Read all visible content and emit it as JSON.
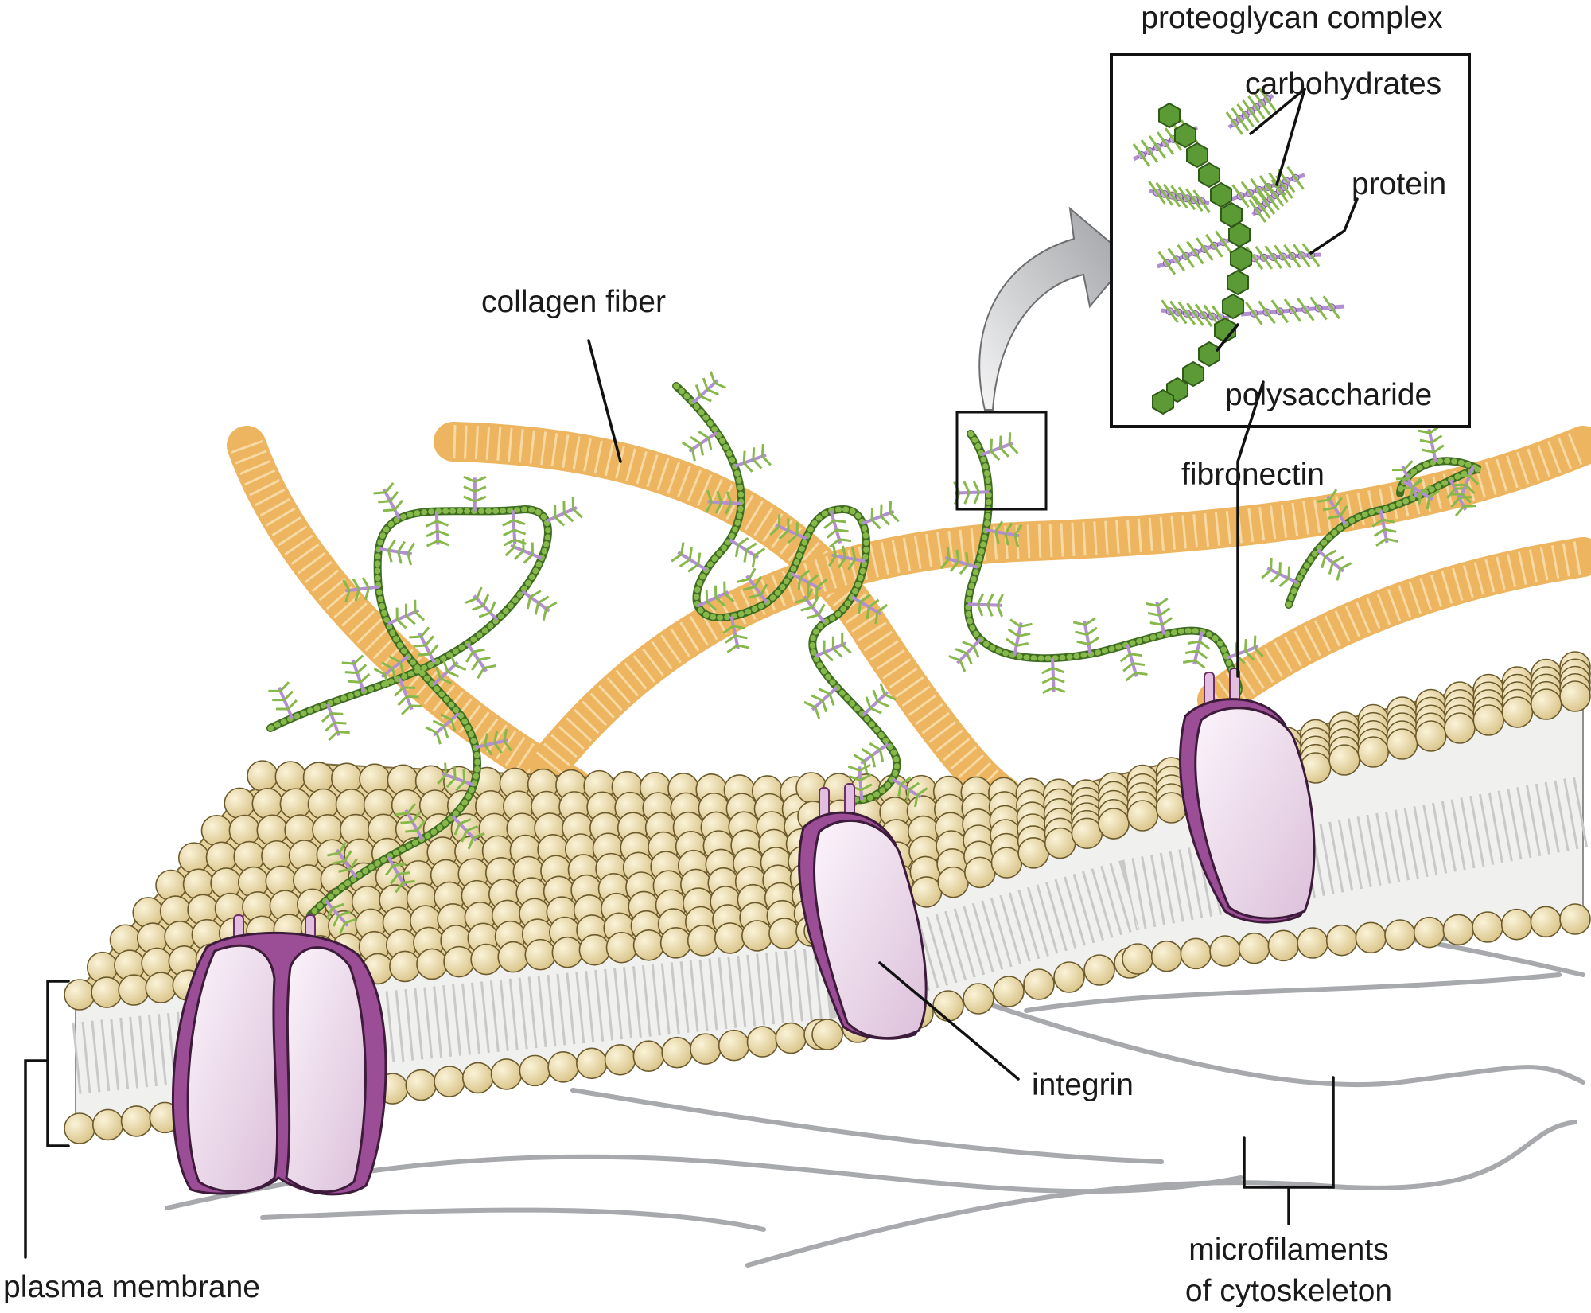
{
  "labels": {
    "proteoglycan_complex": "proteoglycan complex",
    "carbohydrates": "carbohydrates",
    "protein": "protein",
    "polysaccharide": "polysaccharide",
    "collagen_fiber": "collagen fiber",
    "fibronectin": "fibronectin",
    "integrin": "integrin",
    "plasma_membrane": "plasma membrane",
    "microfilaments_line1": "microfilaments",
    "microfilaments_line2": "of cytoskeleton"
  },
  "colors": {
    "collagen": "#f7d9a4",
    "collagen_stroke": "#edb55f",
    "phospholipid_head": "#e9d9a8",
    "phospholipid_stroke": "#6b5a2c",
    "tail": "#e4e4e4",
    "integrin_light": "#f1e2f0",
    "integrin_dark": "#9b4d96",
    "chain_green": "#5c9a36",
    "branch_green": "#86b84a",
    "branch_purple": "#b28fd0",
    "filament_gray": "#a7a9ac",
    "arrow_gray": "#c8c9cb"
  },
  "icons": {
    "integrin_left": "integrin-dimer-icon",
    "integrin_middle": "integrin-icon",
    "integrin_right": "integrin-icon",
    "callout_arrow": "curved-arrow-icon"
  }
}
